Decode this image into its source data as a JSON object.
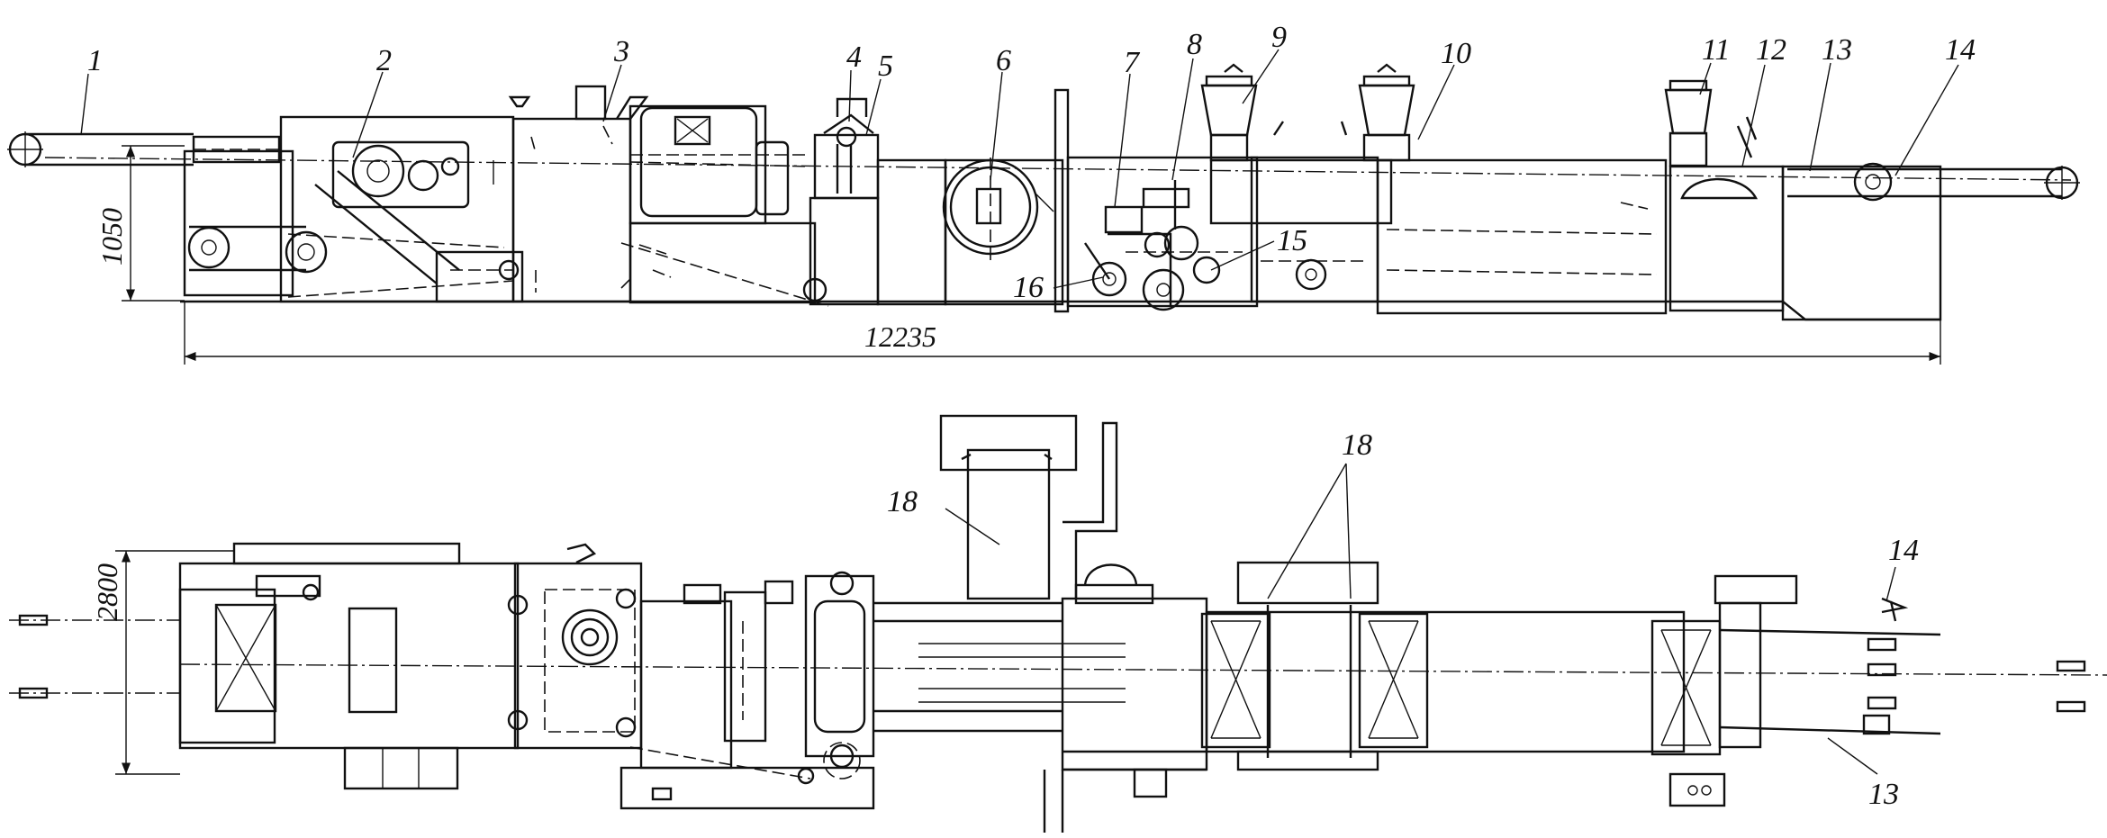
{
  "side_view": {
    "callouts": [
      "1",
      "2",
      "3",
      "4",
      "5",
      "6",
      "7",
      "8",
      "9",
      "10",
      "11",
      "12",
      "13",
      "14",
      "15",
      "16"
    ],
    "dimensions": {
      "height": "1050",
      "length": "12235"
    }
  },
  "plan_view": {
    "callouts": {
      "unit_left": "18",
      "unit_top": "18",
      "unit_right": "14",
      "unit_bottom": "13"
    },
    "dimensions": {
      "width": "2800"
    }
  }
}
